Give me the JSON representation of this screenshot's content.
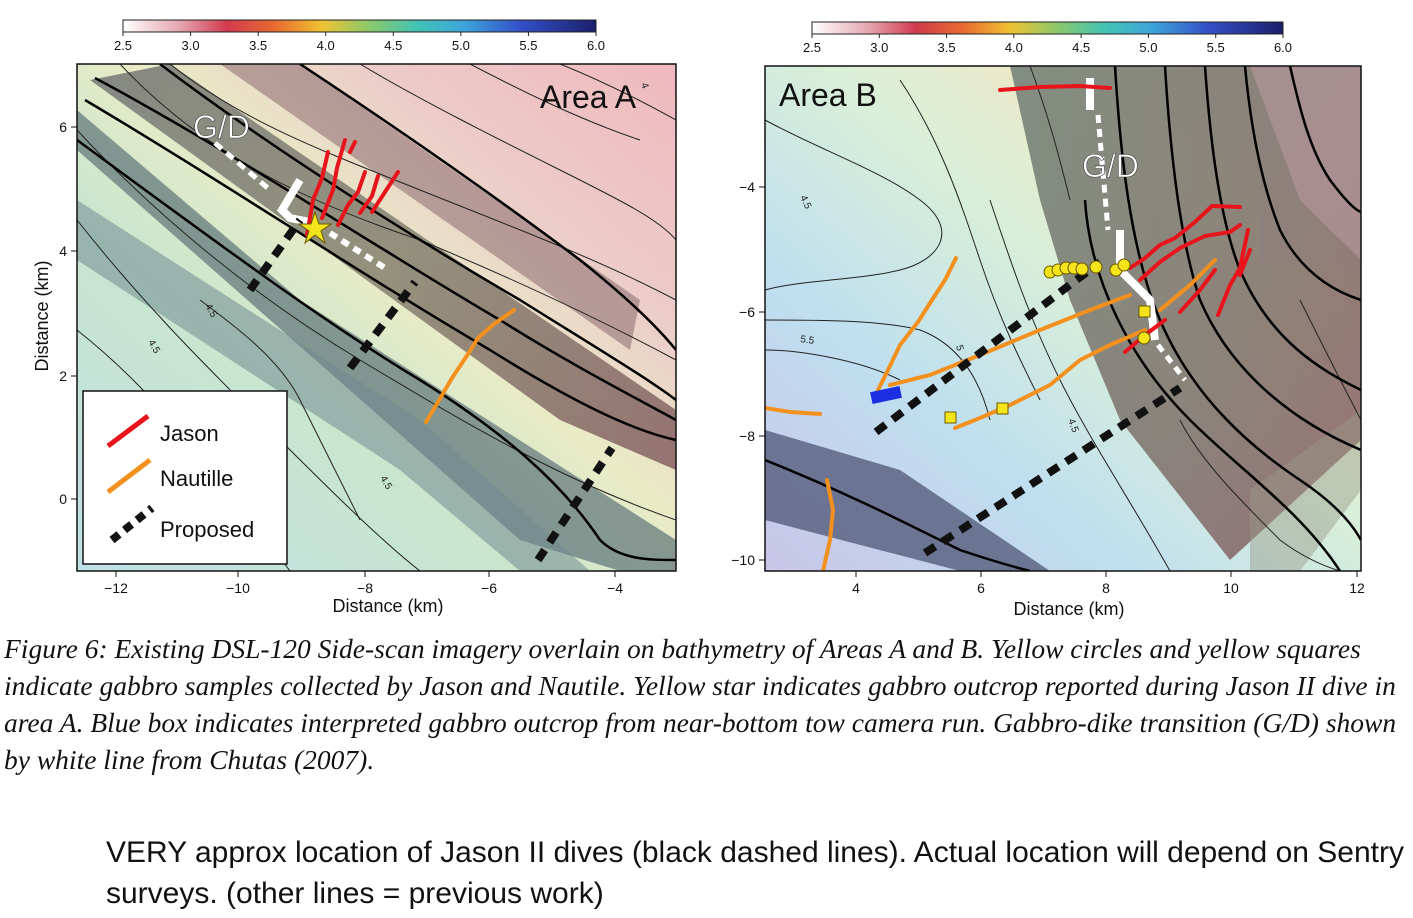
{
  "colorbar": {
    "ticks": [
      "2.5",
      "3.0",
      "3.5",
      "4.0",
      "4.5",
      "5.0",
      "5.5",
      "6.0"
    ]
  },
  "panel_a": {
    "area_label": "Area A",
    "gd_label": "G/D",
    "x_ticks": [
      "−12",
      "−10",
      "−8",
      "−6",
      "−4"
    ],
    "y_ticks": [
      "6",
      "4",
      "2",
      "0"
    ],
    "xlabel": "Distance (km)",
    "ylabel": "Distance (km)",
    "contour_labels": [
      "4.5",
      "4.5",
      "4.5",
      "4"
    ]
  },
  "panel_b": {
    "area_label": "Area B",
    "gd_label": "G/D",
    "x_ticks": [
      "4",
      "6",
      "8",
      "10",
      "12"
    ],
    "y_ticks": [
      "−4",
      "−6",
      "−8",
      "−10"
    ],
    "xlabel": "Distance (km)",
    "contour_labels": [
      "4.5",
      "5.5",
      "5",
      "4.5"
    ]
  },
  "legend": {
    "items": [
      {
        "label": "Jason",
        "color": "#e8141b",
        "style": "solid"
      },
      {
        "label": "Nautille",
        "color": "#f3901e",
        "style": "solid"
      },
      {
        "label": "Proposed",
        "color": "#111111",
        "style": "dashed"
      }
    ]
  },
  "colors": {
    "jason": "#e8141b",
    "nautille": "#f3901e",
    "proposed": "#111111",
    "gd_line": "#ffffff",
    "gabbro_sample": "#f5e419",
    "gabbro_outcrop_box": "#1b2ee0"
  },
  "caption": "Figure 6: Existing DSL-120 Side-scan imagery overlain on bathymetry of Areas A and B. Yellow circles and yellow squares indicate gabbro samples collected by Jason and Nautile. Yellow star indicates gabbro outcrop reported during Jason II dive in area A. Blue box indicates interpreted gabbro outcrop from near-bottom tow camera run. Gabbro-dike transition (G/D) shown by white line from Chutas (2007).",
  "note": "VERY approx location of Jason II dives (black dashed lines). Actual location will depend on Sentry surveys.  (other lines = previous work)"
}
